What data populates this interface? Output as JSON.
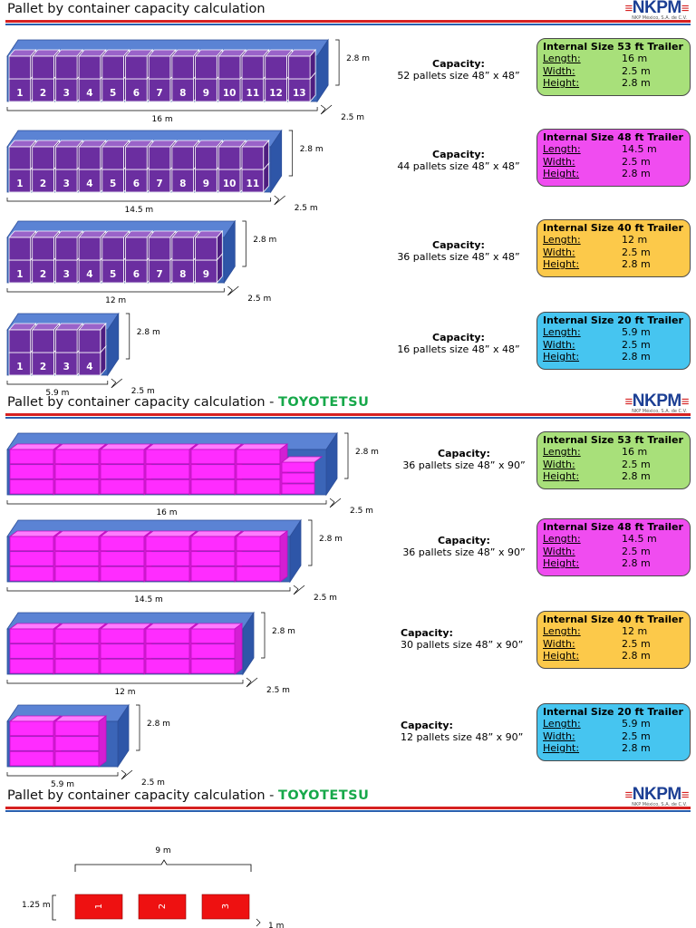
{
  "sections": [
    {
      "title": "Pallet by container capacity calculation",
      "brand": "",
      "rows": [
        {
          "pallets": 13,
          "length": "16 m",
          "height_label": "2.8 m",
          "width_label": "2.5 m",
          "cap_label": "Capacity:",
          "cap_text": "52 pallets size 48” x 48”",
          "spec_title": "Internal Size 53 ft Trailer",
          "spec_color": "#a8e07a",
          "lines": [
            [
              "Length:",
              "16 m"
            ],
            [
              "Width:",
              "2.5 m"
            ],
            [
              "Height:",
              "2.8 m"
            ]
          ]
        },
        {
          "pallets": 11,
          "length": "14.5 m",
          "height_label": "2.8 m",
          "width_label": "2.5 m",
          "cap_label": "Capacity:",
          "cap_text": "44 pallets size 48” x 48”",
          "spec_title": "Internal Size 48 ft Trailer",
          "spec_color": "#f04cf0",
          "lines": [
            [
              "Length:",
              "14.5 m"
            ],
            [
              "Width:",
              "2.5 m"
            ],
            [
              "Height:",
              "2.8 m"
            ]
          ]
        },
        {
          "pallets": 9,
          "length": "12 m",
          "height_label": "2.8 m",
          "width_label": "2.5 m",
          "cap_label": "Capacity:",
          "cap_text": "36 pallets size 48” x 48”",
          "spec_title": "Internal Size 40 ft Trailer",
          "spec_color": "#fcc94a",
          "lines": [
            [
              "Length:",
              "12 m"
            ],
            [
              "Width:",
              "2.5 m"
            ],
            [
              "Height:",
              "2.8 m"
            ]
          ]
        },
        {
          "pallets": 4,
          "length": "5.9 m",
          "height_label": "2.8 m",
          "width_label": "2.5 m",
          "cap_label": "Capacity:",
          "cap_text": "16 pallets size 48” x 48”",
          "spec_title": "Internal Size 20 ft Trailer",
          "spec_color": "#46c5f0",
          "lines": [
            [
              "Length:",
              "5.9 m"
            ],
            [
              "Width:",
              "2.5 m"
            ],
            [
              "Height:",
              "2.8 m"
            ]
          ]
        }
      ]
    },
    {
      "title": "Pallet by container capacity calculation - ",
      "brand": "TOYOTETSU",
      "rows": [
        {
          "stacks": 6,
          "extra": true,
          "length": "16 m",
          "height_label": "2.8 m",
          "width_label": "2.5 m",
          "cap_label": "Capacity:",
          "cap_text": "36 pallets size 48” x 90”",
          "spec_title": "Internal Size 53 ft Trailer",
          "spec_color": "#a8e07a",
          "lines": [
            [
              "Length:",
              "16 m"
            ],
            [
              "Width:",
              "2.5 m"
            ],
            [
              "Height:",
              "2.8 m"
            ]
          ]
        },
        {
          "stacks": 6,
          "extra": false,
          "length": "14.5 m",
          "height_label": "2.8 m",
          "width_label": "2.5 m",
          "cap_label": "Capacity:",
          "cap_text": "36 pallets size 48” x 90”",
          "spec_title": "Internal Size 48 ft Trailer",
          "spec_color": "#f04cf0",
          "lines": [
            [
              "Length:",
              "14.5 m"
            ],
            [
              "Width:",
              "2.5 m"
            ],
            [
              "Height:",
              "2.8 m"
            ]
          ]
        },
        {
          "stacks": 5,
          "extra": false,
          "length": "12 m",
          "height_label": "2.8 m",
          "width_label": "2.5 m",
          "cap_label": "Capacity:",
          "cap_text": "30 pallets size 48” x 90”",
          "spec_title": "Internal Size 40 ft Trailer",
          "spec_color": "#fcc94a",
          "lines": [
            [
              "Length:",
              "12 m"
            ],
            [
              "Width:",
              "2.5 m"
            ],
            [
              "Height:",
              "2.8 m"
            ]
          ]
        },
        {
          "stacks": 2,
          "extra": false,
          "length": "5.9 m",
          "height_label": "2.8 m",
          "width_label": "2.5 m",
          "cap_label": "Capacity:",
          "cap_text": "12 pallets size 48” x 90”",
          "spec_title": "Internal Size 20 ft Trailer",
          "spec_color": "#46c5f0",
          "lines": [
            [
              "Length:",
              "5.9 m"
            ],
            [
              "Width:",
              "2.5 m"
            ],
            [
              "Height:",
              "2.8 m"
            ]
          ]
        }
      ]
    },
    {
      "title": "Pallet by container capacity calculation - ",
      "brand": "TOYOTETSU",
      "rows": []
    }
  ],
  "logo": {
    "text": "NKPM",
    "subtitle": "NKP México, S.A. de C.V."
  },
  "floorplan": {
    "width_label": "9 m",
    "height_label": "1.25 m",
    "depth_label": "1 m",
    "boxes": [
      "1",
      "2",
      "3"
    ]
  },
  "colors": {
    "pallet_purple": "#6b2ea0",
    "pallet_magenta": "#ff2cff",
    "trailer_blue": "#3b65b8",
    "box_red": "#ee1111"
  }
}
